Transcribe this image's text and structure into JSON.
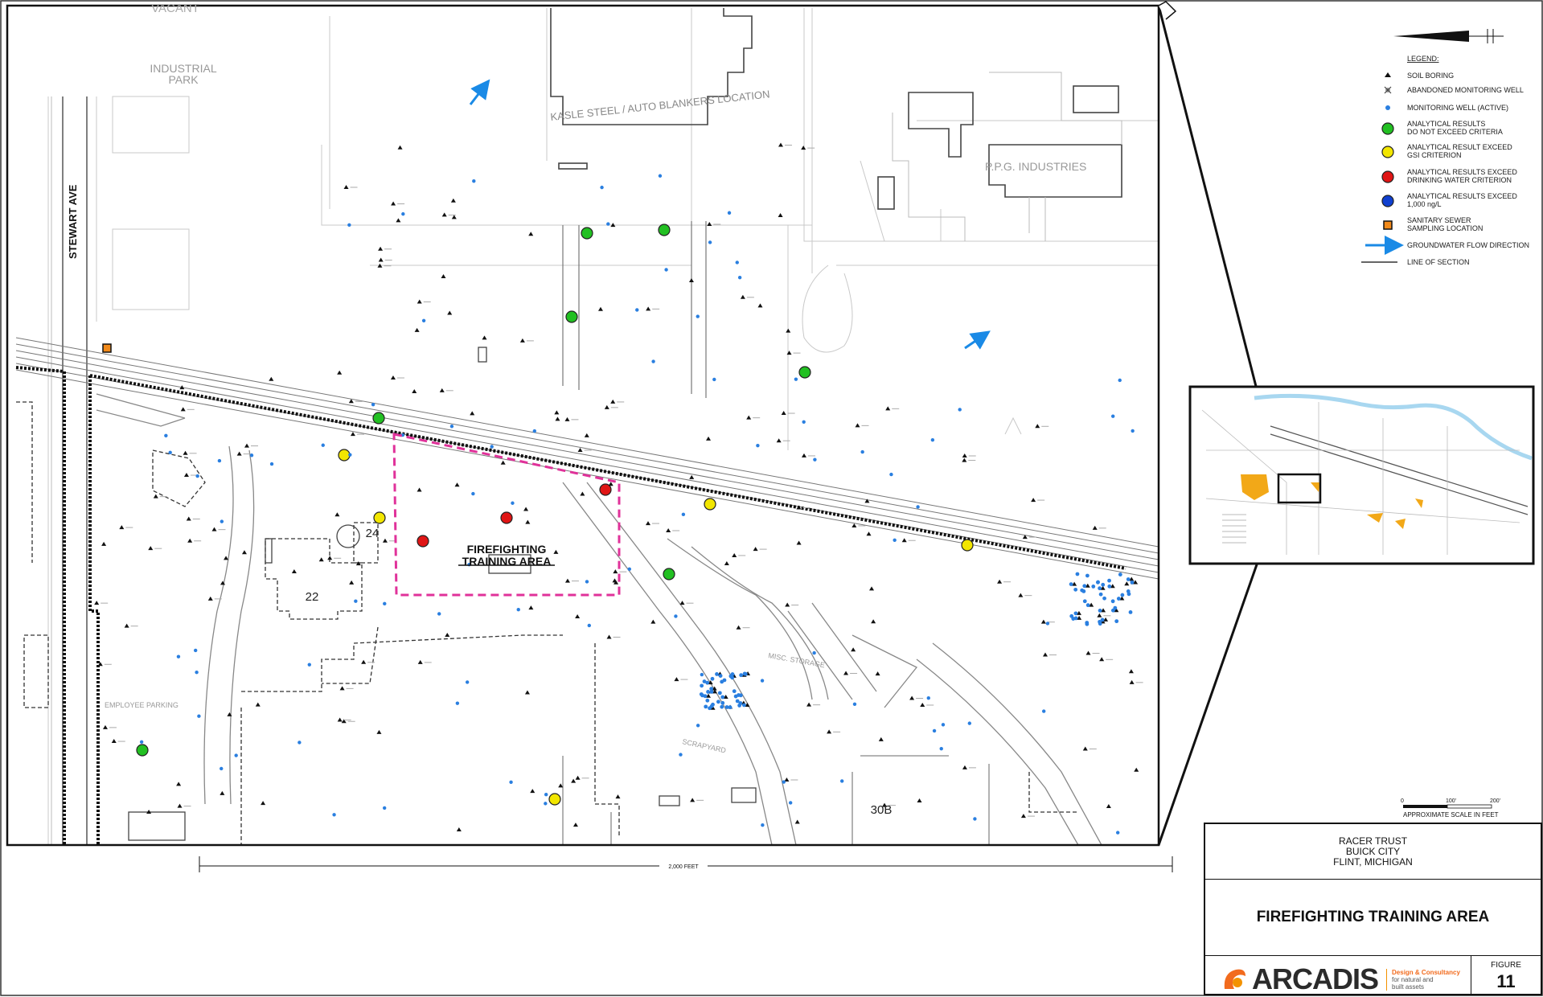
{
  "map": {
    "labels": {
      "vacant": "VACANT",
      "industrial_park": "INDUSTRIAL\nPARK",
      "street": "STEWART AVE",
      "kasle_steel": "KASLE STEEL / AUTO BLANKERS LOCATION",
      "ppg": "P.P.G. INDUSTRIES",
      "employee_parking": "EMPLOYEE PARKING",
      "misc_storage": "MISC. STORAGE",
      "scrapyard": "SCRAPYARD",
      "site_label": "FIREFIGHTING\nTRAINING AREA",
      "bldg_22": "22",
      "bldg_24": "24",
      "bldg_30b": "30B"
    },
    "scale_bar_main": "2,000 FEET",
    "colors": {
      "green": "#22c022",
      "yellow": "#f2e600",
      "red": "#e01515",
      "blue": "#1040d0",
      "magenta": "#e0329a",
      "flow_arrow": "#1a8ae6",
      "well_blue": "#2a7fe0",
      "sewer_orange": "#f28a1a"
    },
    "samples": [
      {
        "result": "green"
      },
      {
        "result": "green"
      },
      {
        "result": "green"
      },
      {
        "result": "green"
      },
      {
        "result": "green"
      },
      {
        "result": "green"
      },
      {
        "result": "green"
      },
      {
        "result": "yellow"
      },
      {
        "result": "yellow"
      },
      {
        "result": "yellow"
      },
      {
        "result": "yellow"
      },
      {
        "result": "yellow"
      },
      {
        "result": "red"
      },
      {
        "result": "red"
      },
      {
        "result": "red"
      }
    ]
  },
  "legend": {
    "title": "LEGEND:",
    "items": [
      {
        "symbol": "soil-boring",
        "text": "SOIL BORING"
      },
      {
        "symbol": "abandoned-well",
        "text": "ABANDONED MONITORING WELL"
      },
      {
        "symbol": "monitoring-well",
        "text": "MONITORING WELL (ACTIVE)"
      },
      {
        "symbol": "green-dot",
        "text": "ANALYTICAL RESULTS\nDO NOT EXCEED CRITERIA"
      },
      {
        "symbol": "yellow-dot",
        "text": "ANALYTICAL RESULT EXCEED\nGSI CRITERION"
      },
      {
        "symbol": "red-dot",
        "text": "ANALYTICAL RESULTS EXCEED\nDRINKING WATER CRITERION"
      },
      {
        "symbol": "blue-dot",
        "text": "ANALYTICAL RESULTS EXCEED\n1,000 ng/L"
      },
      {
        "symbol": "sewer-square",
        "text": "SANITARY SEWER\nSAMPLING LOCATION"
      },
      {
        "symbol": "flow-arrow",
        "text": "GROUNDWATER FLOW DIRECTION"
      },
      {
        "symbol": "section-line",
        "text": "LINE OF SECTION"
      }
    ],
    "scale": {
      "ticks": [
        "0",
        "100'",
        "200'"
      ],
      "caption": "APPROXIMATE SCALE IN FEET"
    }
  },
  "title_block": {
    "client_line1": "RACER TRUST",
    "client_line2": "BUICK CITY",
    "client_line3": "FLINT, MICHIGAN",
    "title": "FIREFIGHTING TRAINING AREA",
    "logo_word": "ARCADIS",
    "logo_tag1": "Design & Consultancy",
    "logo_tag2": "for natural and",
    "logo_tag3": "built assets",
    "figure_label": "FIGURE",
    "figure_number": "11"
  }
}
